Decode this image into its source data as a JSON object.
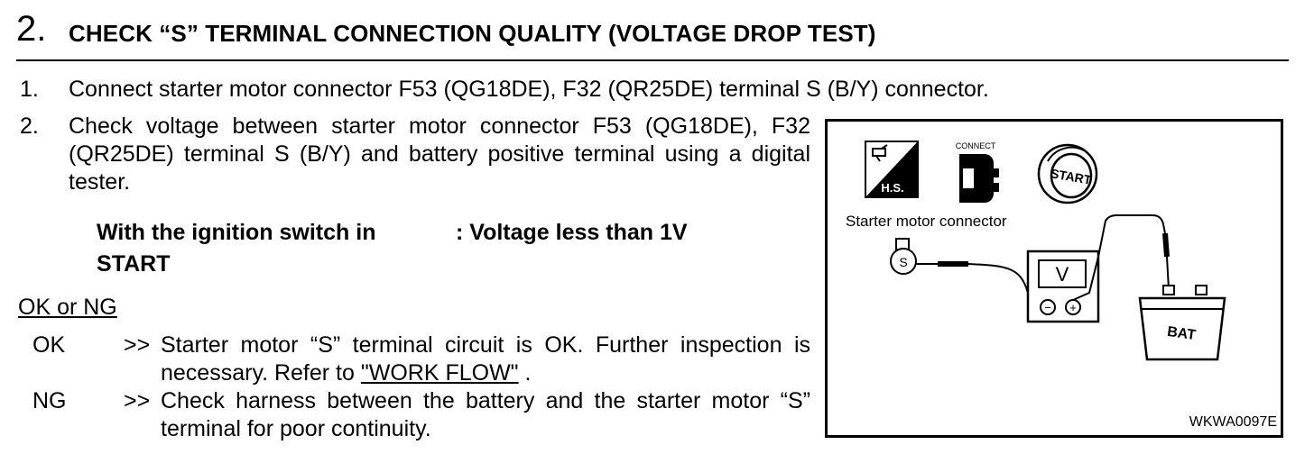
{
  "step": {
    "number": "2.",
    "title": "CHECK “S” TERMINAL CONNECTION QUALITY (VOLTAGE DROP TEST)"
  },
  "items": [
    {
      "number": "1.",
      "text": "Connect starter motor connector F53 (QG18DE), F32 (QR25DE) terminal S (B/Y) connector."
    },
    {
      "number": "2.",
      "text": "Check voltage between starter motor connector F53 (QG18DE), F32 (QR25DE)  terminal S (B/Y) and battery positive terminal using a digital tester."
    }
  ],
  "condition": {
    "label_line1": "With the ignition switch in",
    "label_line2": "START",
    "value": ": Voltage less than 1V"
  },
  "ok_ng": {
    "heading": "OK or NG",
    "ok": {
      "key": "OK",
      "arrow": ">>",
      "text_before": "Starter motor “S” terminal circuit is OK. Further inspection is necessary. Refer to ",
      "link": "\"WORK FLOW\"",
      "text_after": " ."
    },
    "ng": {
      "key": "NG",
      "arrow": ">>",
      "text": "Check harness between the battery and the starter motor “S” terminal for poor continuity."
    }
  },
  "figure": {
    "hs_label": "H.S.",
    "connect_label": "CONNECT",
    "start_label": "START",
    "connector_label": "Starter motor connector",
    "terminal_label": "S",
    "meter_label": "V",
    "minus": "−",
    "plus": "+",
    "battery_label": "BAT",
    "code": "WKWA0097E"
  }
}
